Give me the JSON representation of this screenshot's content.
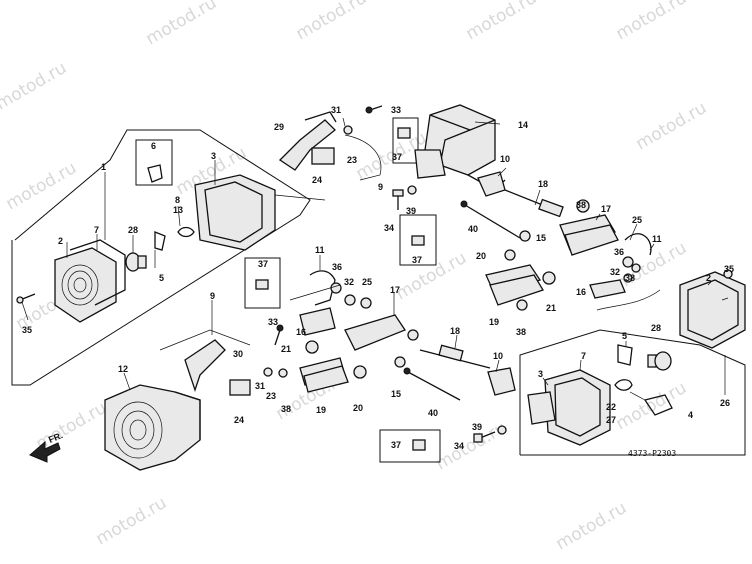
{
  "watermark": "motod.ru",
  "diagram_code": "4373-P2303",
  "direction_label": "FR.",
  "labels": {
    "p1": "1",
    "p2a": "2",
    "p2b": "2",
    "p3a": "3",
    "p3b": "3",
    "p4": "4",
    "p5a": "5",
    "p5b": "5",
    "p6": "6",
    "p7a": "7",
    "p7b": "7",
    "p8": "8",
    "p9a": "9",
    "p9b": "9",
    "p10a": "10",
    "p10b": "10",
    "p11a": "11",
    "p11b": "11",
    "p12": "12",
    "p13": "13",
    "p14": "14",
    "p15a": "15",
    "p15b": "15",
    "p16a": "16",
    "p16b": "16",
    "p17a": "17",
    "p17b": "17",
    "p18a": "18",
    "p18b": "18",
    "p19a": "19",
    "p19b": "19",
    "p20a": "20",
    "p20b": "20",
    "p21a": "21",
    "p21b": "21",
    "p22": "22",
    "p23a": "23",
    "p23b": "23",
    "p24a": "24",
    "p24b": "24",
    "p25a": "25",
    "p25b": "25",
    "p26": "26",
    "p27": "27",
    "p28a": "28",
    "p28b": "28",
    "p29": "29",
    "p30": "30",
    "p31a": "31",
    "p31b": "31",
    "p32a": "32",
    "p32b": "32",
    "p33a": "33",
    "p33b": "33",
    "p34a": "34",
    "p34b": "34",
    "p35a": "35",
    "p35b": "35",
    "p36a": "36",
    "p36b": "36",
    "p37a": "37",
    "p37b": "37",
    "p37c": "37",
    "p37d": "37",
    "p38a": "38",
    "p38b": "38",
    "p38c": "38",
    "p38d": "38",
    "p39a": "39",
    "p39b": "39",
    "p40a": "40",
    "p40b": "40"
  },
  "colors": {
    "ink": "#111111",
    "watermark": "#d8d8d8",
    "background": "#ffffff"
  }
}
